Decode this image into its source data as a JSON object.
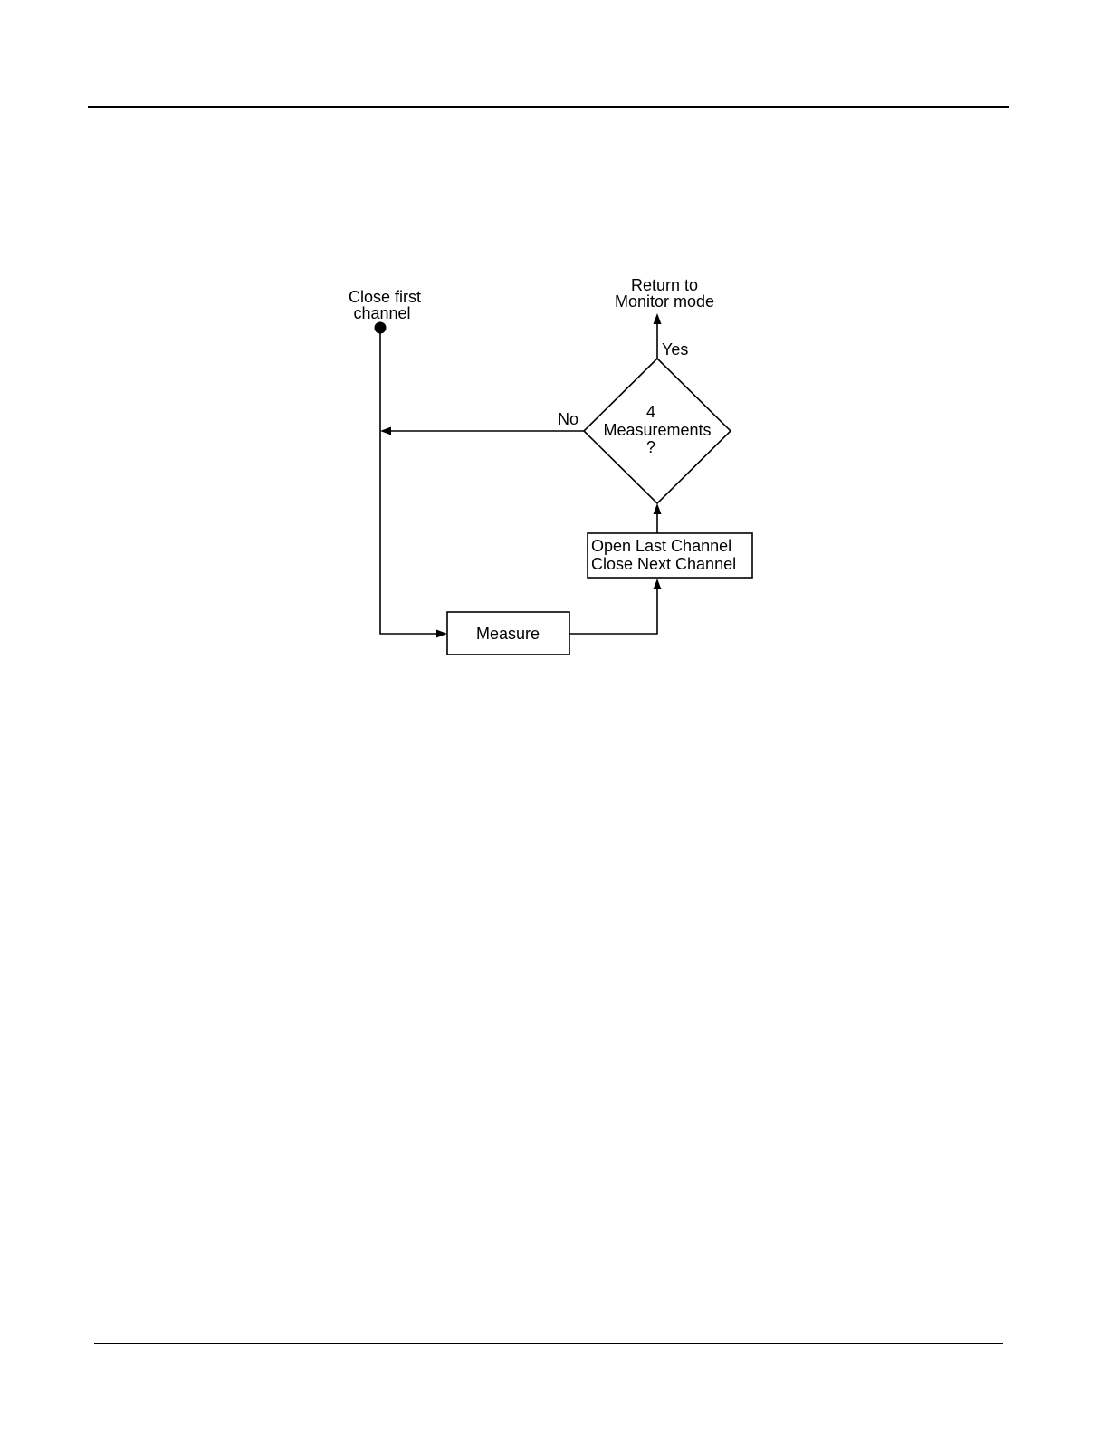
{
  "diagram": {
    "start": {
      "line1": "Close first",
      "line2": "channel"
    },
    "end": {
      "line1": "Return to",
      "line2": "Monitor mode"
    },
    "decision": {
      "line1": "4",
      "line2": "Measurements",
      "line3": "?",
      "yes_label": "Yes",
      "no_label": "No"
    },
    "measure_box": {
      "label": "Measure"
    },
    "channel_box": {
      "line1": "Open Last Channel",
      "line2": "Close Next Channel"
    }
  }
}
